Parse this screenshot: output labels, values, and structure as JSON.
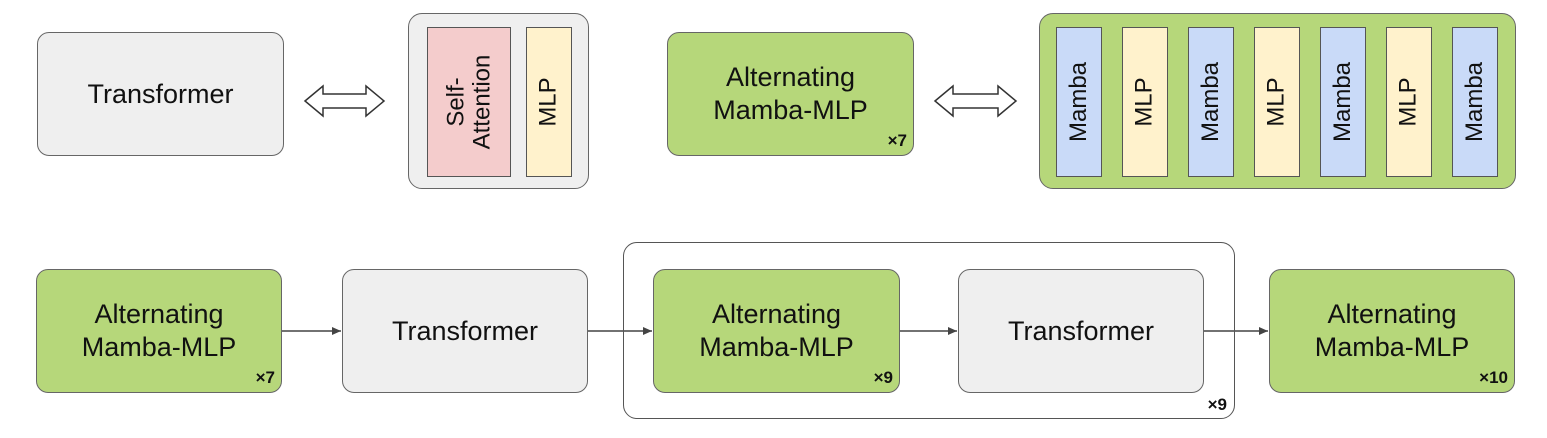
{
  "top": {
    "transformer_label": "Transformer",
    "transformer_blocks": [
      "Self-\nAttention",
      "MLP"
    ],
    "alt_label": "Alternating\nMamba-MLP",
    "alt_mult": "×7",
    "alt_blocks": [
      "Mamba",
      "MLP",
      "Mamba",
      "MLP",
      "Mamba",
      "MLP",
      "Mamba"
    ]
  },
  "bottom": {
    "alt1_label": "Alternating\nMamba-MLP",
    "alt1_mult": "×7",
    "transformer1_label": "Transformer",
    "alt2_label": "Alternating\nMamba-MLP",
    "alt2_mult": "×9",
    "transformer2_label": "Transformer",
    "group_mult": "×9",
    "alt3_label": "Alternating\nMamba-MLP",
    "alt3_mult": "×10"
  },
  "colors": {
    "gray": "#efefef",
    "green": "#b6d77a",
    "pink": "#f4cccc",
    "yellow": "#fff2cc",
    "blue": "#c9daf8"
  }
}
